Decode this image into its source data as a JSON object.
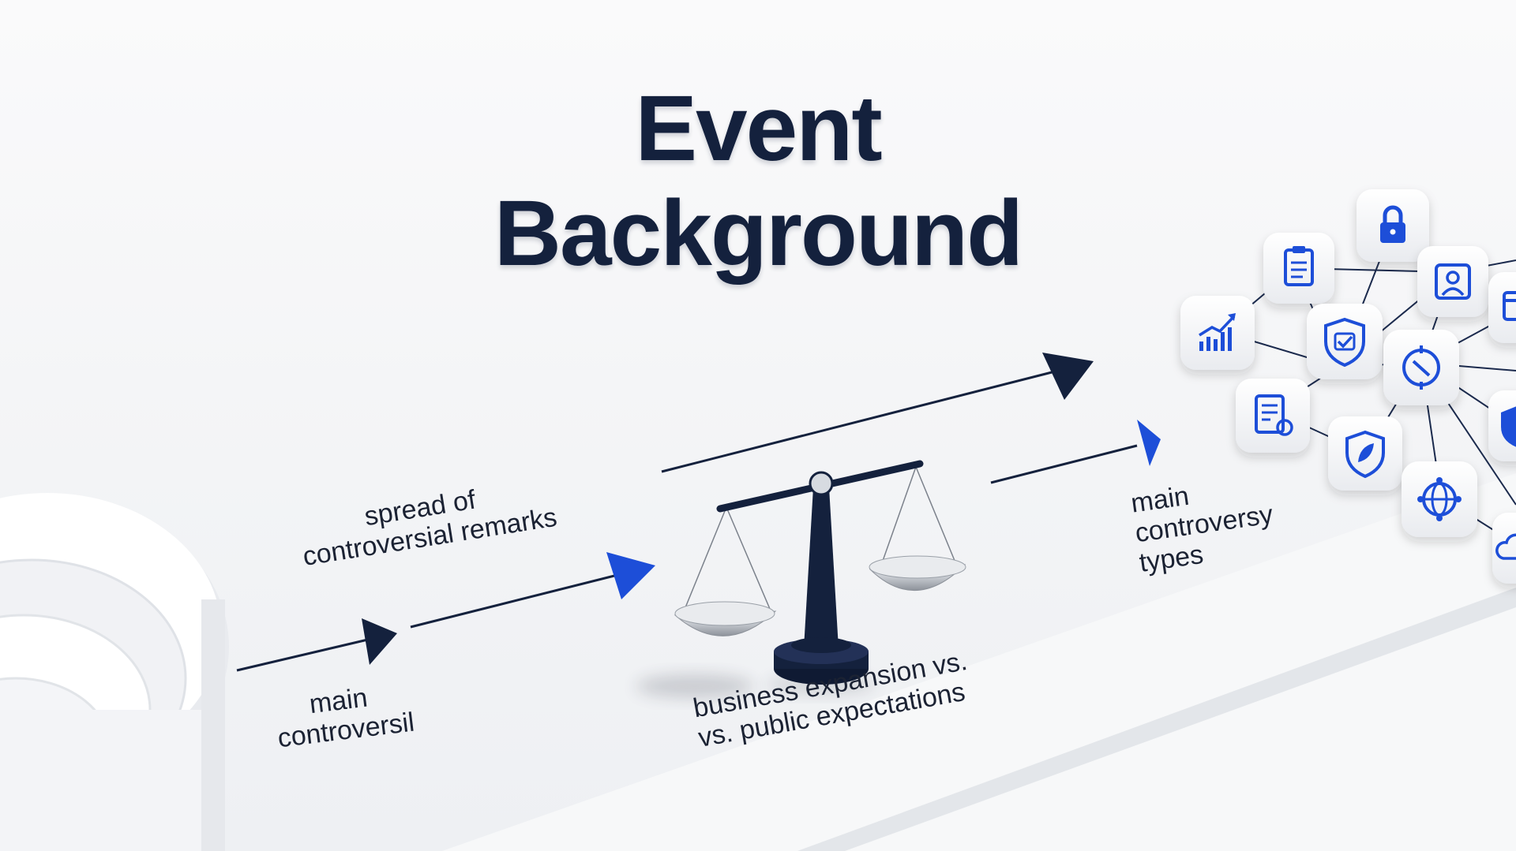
{
  "title": {
    "line1": "Event",
    "line2": "Background"
  },
  "labels": {
    "spread_line1": "spread of",
    "spread_line2": "controversial remarks",
    "main_left_line1": "main",
    "main_left_line2": "controversil",
    "business_line1": "business expansion vs.",
    "business_line2": "vs. public expectations",
    "types_line1": "main",
    "types_line2": "controversy",
    "types_line3": "types"
  },
  "icons": [
    "lock-icon",
    "clipboard-icon",
    "user-profile-icon",
    "browser-window-icon",
    "growth-chart-icon",
    "shield-check-icon",
    "target-icon",
    "document-review-icon",
    "shield-leaf-icon",
    "shield-icon",
    "globe-network-icon",
    "cloud-icon"
  ],
  "colors": {
    "navy": "#14213d",
    "accent_blue": "#1d4ed8",
    "background": "#f4f5f7"
  }
}
